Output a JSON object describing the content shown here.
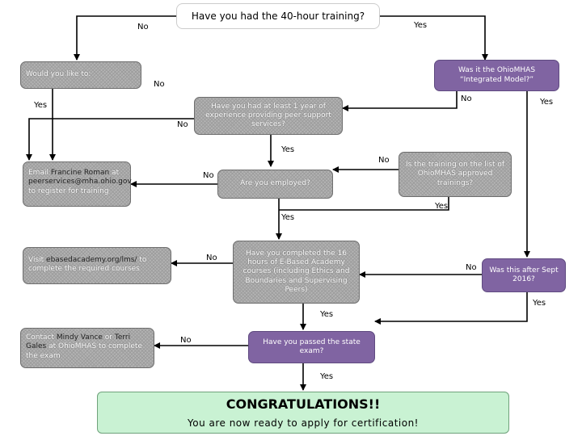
{
  "nodes": {
    "q_40hour": "Have you had the 40-hour training?",
    "q_would_like": "Would you like to:",
    "q_ohiomhas": "Was it the OhioMHAS “Integrated Model?”",
    "q_1year_exp": "Have you had at least 1 year of experience providing peer support services?",
    "q_ohiomhas_approved": "Is the training on the list of OhioMHAS approved trainings?",
    "email": {
      "pre": "Email ",
      "name": "Francine Roman",
      "mid": " at ",
      "email": "peerservices@mha.ohio.gov",
      "post": " to register for training"
    },
    "q_employed": "Are you employed?",
    "visit": {
      "pre": "Visit ",
      "url": "ebasedacademy.org/lms/",
      "post": " to complete the required courses"
    },
    "q_16hours": "Have you completed the 16 hours of E-Based Academy courses (including Ethics and Boundaries and Supervising Peers)",
    "q_sept2016": "Was this after Sept 2016?",
    "contact": {
      "pre": "Contact ",
      "name1": "Mindy Vance",
      "mid": " or ",
      "name2": "Terri Gales",
      "post": " at OhioMHAS to complete the exam"
    },
    "q_state_exam": "Have you passed the state exam?",
    "congrats_title": "CONGRATULATIONS!!",
    "congrats_sub": "You are now ready to apply for certification!"
  },
  "labels": {
    "no_top_left": "No",
    "yes_top_right": "Yes",
    "no_would_like": "No",
    "yes_left": "Yes",
    "no_ohiomhas": "No",
    "yes_ohiomhas": "Yes",
    "no_1year": "No",
    "yes_1year": "Yes",
    "no_approved": "No",
    "no_employed": "No",
    "yes_approved": "Yes",
    "yes_employed": "Yes",
    "no_16hours": "No",
    "no_16hours_right": "No",
    "yes_sept": "Yes",
    "yes_16hours": "Yes",
    "no_exam": "No",
    "yes_exam": "Yes"
  },
  "colors": {
    "purple": "#8064a2",
    "gray_pattern": "#b4b4b4",
    "green": "#c9f2d3",
    "arrow": "#000000"
  }
}
